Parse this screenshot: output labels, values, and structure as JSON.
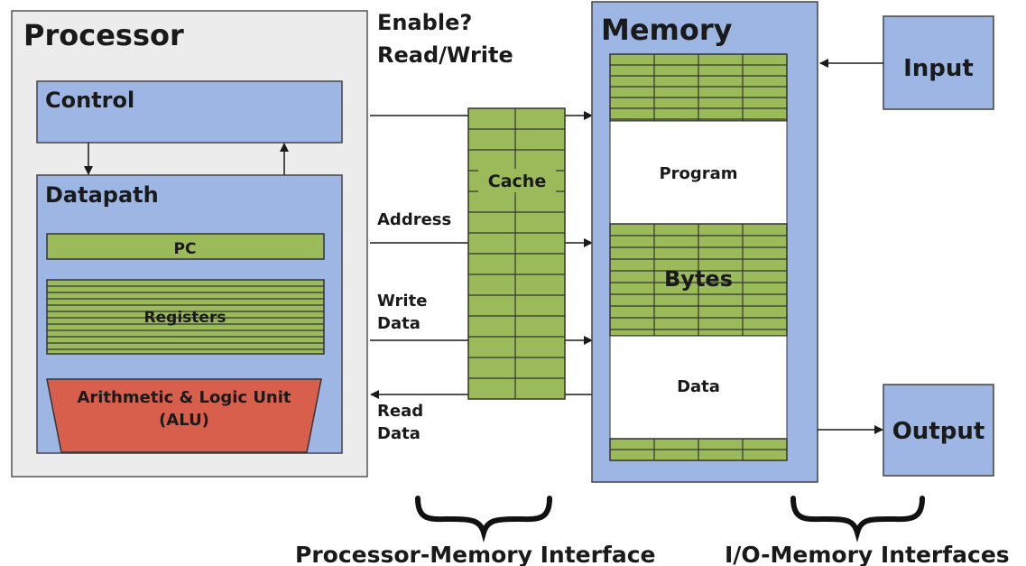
{
  "processor": {
    "title": "Processor",
    "control_label": "Control",
    "datapath_label": "Datapath",
    "pc_label": "PC",
    "registers_label": "Registers",
    "alu_line1": "Arithmetic & Logic Unit",
    "alu_line2": "(ALU)"
  },
  "bus_signals": {
    "enable": "Enable?",
    "read_write": "Read/Write",
    "address": "Address",
    "write_data_1": "Write",
    "write_data_2": "Data",
    "read_data_1": "Read",
    "read_data_2": "Data"
  },
  "cache": {
    "label": "Cache"
  },
  "memory": {
    "title": "Memory",
    "program_label": "Program",
    "bytes_label": "Bytes",
    "data_label": "Data"
  },
  "io": {
    "input_label": "Input",
    "output_label": "Output"
  },
  "interfaces": {
    "processor_memory": "Processor-Memory Interface",
    "io_memory": "I/O-Memory Interfaces"
  },
  "colors": {
    "processor_bg": "#ececec",
    "block_blue": "#9db6e4",
    "grid_green": "#9bbb5a",
    "alu_red": "#d95f4d",
    "line": "#1a1a1a"
  }
}
